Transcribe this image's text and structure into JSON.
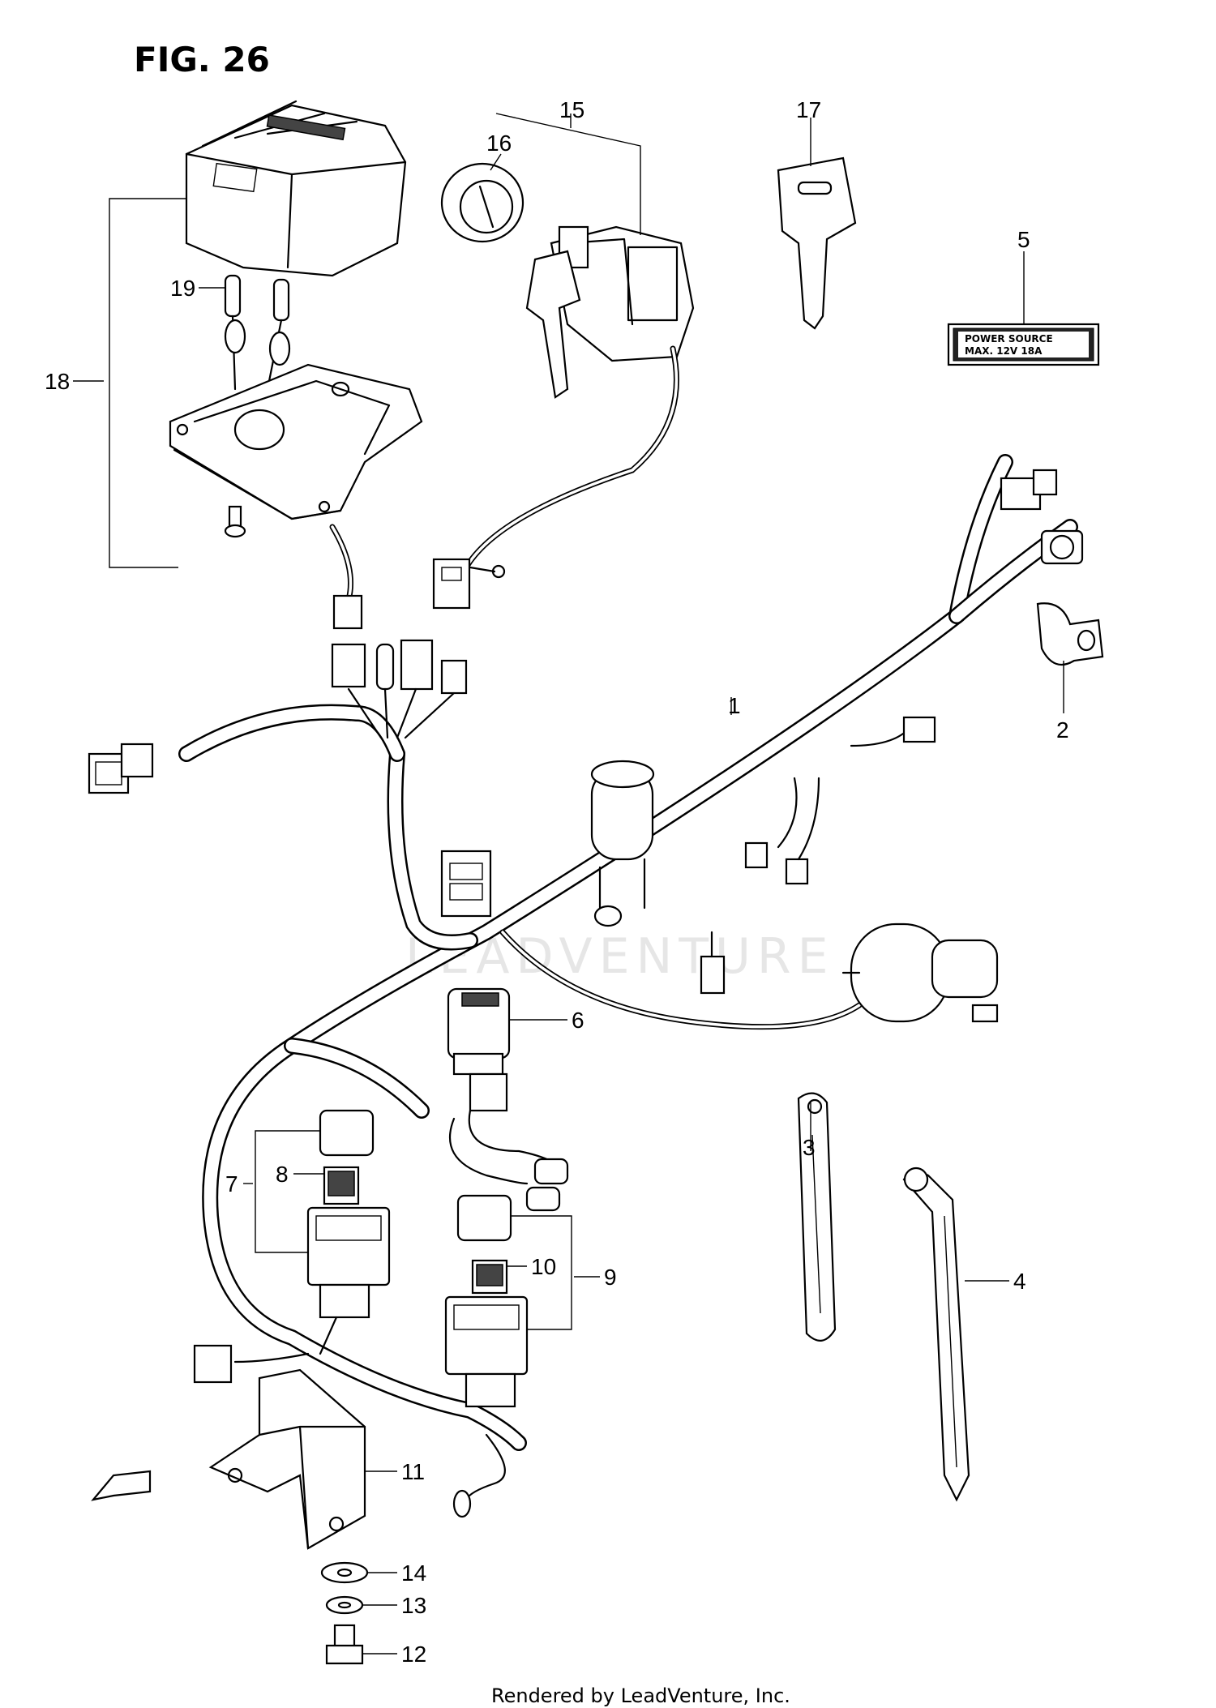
{
  "figure": {
    "title": "FIG. 26"
  },
  "watermark": "LEADVENTURE",
  "label_plate": {
    "line1": "POWER   SOURCE",
    "line2": "MAX.   12V  18A"
  },
  "callouts": [
    {
      "id": "1",
      "label": "1"
    },
    {
      "id": "2",
      "label": "2"
    },
    {
      "id": "3",
      "label": "3"
    },
    {
      "id": "4",
      "label": "4"
    },
    {
      "id": "5",
      "label": "5"
    },
    {
      "id": "6",
      "label": "6"
    },
    {
      "id": "7",
      "label": "7"
    },
    {
      "id": "8",
      "label": "8"
    },
    {
      "id": "9",
      "label": "9"
    },
    {
      "id": "10",
      "label": "10"
    },
    {
      "id": "11",
      "label": "11"
    },
    {
      "id": "12",
      "label": "12"
    },
    {
      "id": "13",
      "label": "13"
    },
    {
      "id": "14",
      "label": "14"
    },
    {
      "id": "15",
      "label": "15"
    },
    {
      "id": "16",
      "label": "16"
    },
    {
      "id": "17",
      "label": "17"
    },
    {
      "id": "18",
      "label": "18"
    },
    {
      "id": "19",
      "label": "19"
    }
  ],
  "footer": "Rendered by LeadVenture, Inc."
}
